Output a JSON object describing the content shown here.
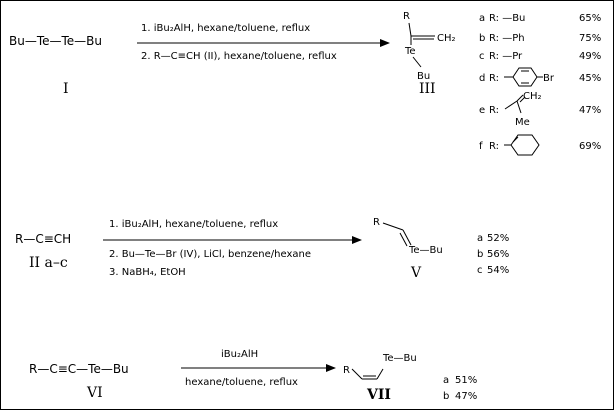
{
  "scheme1": {
    "reactant": "Bu—Te—Te—Bu",
    "reactant_label": "I",
    "condition1": "1. iBu₂AlH,   hexane/toluene,  reflux",
    "condition2": "2.  R—C≡CH  (II),  hexane/toluene,  reflux",
    "product_label": "III",
    "product_parts": {
      "r": "R",
      "ch2": "CH₂",
      "te": "Te",
      "bu": "Bu"
    },
    "yields": [
      {
        "letter": "a",
        "r": "R: —Bu",
        "yield": "65%"
      },
      {
        "letter": "b",
        "r": "R: —Ph",
        "yield": "75%"
      },
      {
        "letter": "c",
        "r": "R: —Pr",
        "yield": "49%"
      },
      {
        "letter": "d",
        "r": "R:",
        "yield": "45%",
        "sub": "Br"
      },
      {
        "letter": "e",
        "r": "R:",
        "yield": "47%",
        "sub1": "CH₂",
        "sub2": "Me"
      },
      {
        "letter": "f",
        "r": "R:",
        "yield": "69%"
      }
    ]
  },
  "scheme2": {
    "reactant": "R—C≡CH",
    "reactant_label": "II a–c",
    "condition1": "1. iBu₂AlH,   hexane/toluene,  reflux",
    "condition2": "2. Bu—Te—Br   (IV),  LiCl,    benzene/hexane",
    "condition3": "3.  NaBH₄,   EtOH",
    "product_label": "V",
    "product_parts": {
      "r": "R",
      "te": "Te—Bu"
    },
    "yields": [
      {
        "letter": "a",
        "yield": "52%"
      },
      {
        "letter": "b",
        "yield": "56%"
      },
      {
        "letter": "c",
        "yield": "54%"
      }
    ]
  },
  "scheme3": {
    "reactant": "R—C≡C—Te—Bu",
    "reactant_label": "VI",
    "condition_top": "iBu₂AlH",
    "condition_bottom": "hexane/toluene,  reflux",
    "product_label": "VII",
    "product_parts": {
      "r": "R",
      "te": "Te—Bu"
    },
    "yields": [
      {
        "letter": "a",
        "yield": "51%"
      },
      {
        "letter": "b",
        "yield": "47%"
      }
    ]
  }
}
